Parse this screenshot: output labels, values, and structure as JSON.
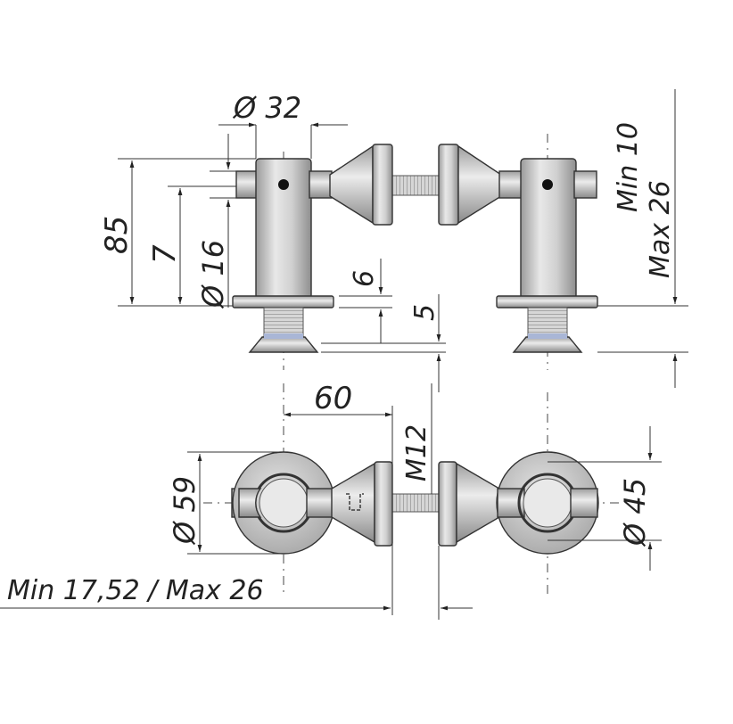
{
  "dimensions": {
    "d32": "Ø 32",
    "h85": "85",
    "h7": "7",
    "d16": "Ø 16",
    "h6": "6",
    "h5": "5",
    "min10": "Min 10",
    "max26": "Max  26",
    "w60": "60",
    "m12": "M12",
    "d59": "Ø 59",
    "d45": "Ø 45",
    "gap": "Min 17,52 / Max  26"
  },
  "colors": {
    "metal_light": "#e6e6e6",
    "metal_mid": "#bdbdbd",
    "metal_dark": "#8a8a8a",
    "rubber": "#a9b6d6"
  }
}
